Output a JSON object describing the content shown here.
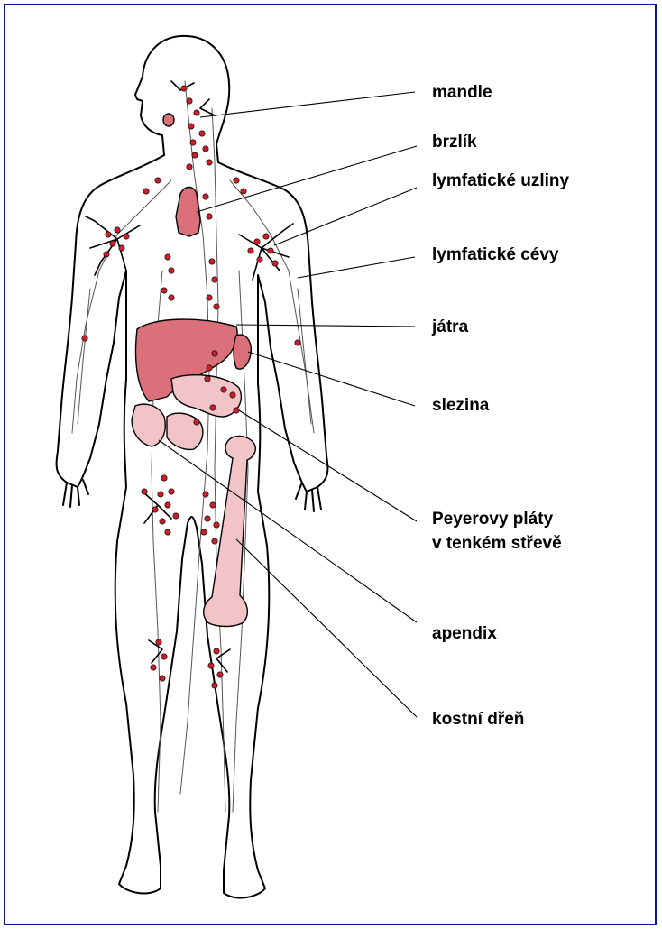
{
  "labels": {
    "mandle": "mandle",
    "brzlik": "brzlík",
    "uzliny": "lymfatické uzliny",
    "cevy": "lymfatické cévy",
    "jatra": "játra",
    "slezina": "slezina",
    "peyer_line1": "Peyerovy pláty",
    "peyer_line2": "v tenkém střevě",
    "apendix": "apendix",
    "dren": "kostní dřeň"
  },
  "colors": {
    "frame": "#0a1a8c",
    "organ": "#d9707a",
    "organ_light": "#f2c4c8",
    "node": "#c8202a",
    "outline": "#000000"
  }
}
